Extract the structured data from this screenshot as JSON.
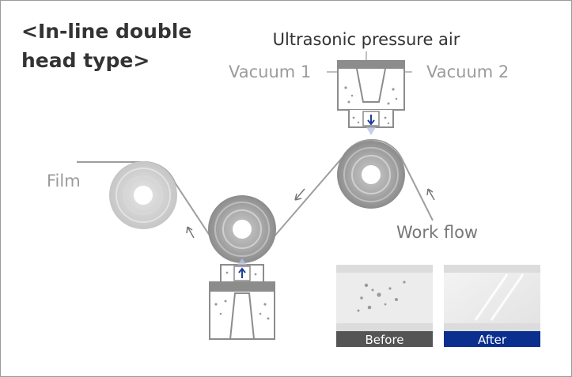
{
  "title_lines": [
    "<In-line double",
    "head type>"
  ],
  "labels": {
    "ultrasonic": "Ultrasonic pressure air",
    "vacuum1": "Vacuum 1",
    "vacuum2": "Vacuum 2",
    "film": "Film",
    "workflow": "Work flow"
  },
  "comparison": {
    "before": "Before",
    "after": "After"
  },
  "colors": {
    "title_text": "#333333",
    "label_text": "#9b9b9b",
    "dark_text": "#444444",
    "roller_outer": "#8f8f8f",
    "film_line": "#9e9e9e",
    "head_gray": "#8c8c8c",
    "air_arrow": "#1f3f9a",
    "before_bar": "#555555",
    "after_bar": "#0a2f8f"
  }
}
